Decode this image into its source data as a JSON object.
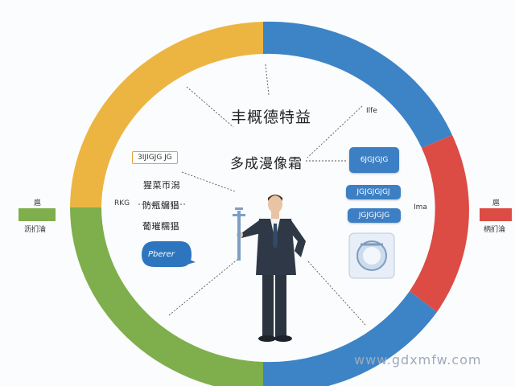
{
  "center": {
    "title_line1": "丰概德特益",
    "title_line2": "多成漫像霜"
  },
  "left_panel": {
    "tag": "3IJIGJG JG",
    "lines": [
      "猩菜帀潟",
      "防瓶牖猖",
      "葡璀糯猖"
    ],
    "bubble": "Pberer"
  },
  "right_panel": {
    "pills": [
      "6JGJGJG",
      "JGJGJGJGJ",
      "JGJGJGJG"
    ]
  },
  "labels": {
    "top_right": "Ilfe",
    "left_inner": "RKG",
    "left_outer_top": "扈",
    "left_outer_bottom": "沥扪淪",
    "right_inner": "Ima",
    "right_outer_top": "扈",
    "right_outer_bottom": "柄扪淪"
  },
  "colors": {
    "yellow": "#ecb542",
    "blue": "#3d84c6",
    "red": "#dc4b44",
    "green": "#7fae4c",
    "pill": "#3c7fc4"
  },
  "watermark": "www.gdxmfw.com"
}
